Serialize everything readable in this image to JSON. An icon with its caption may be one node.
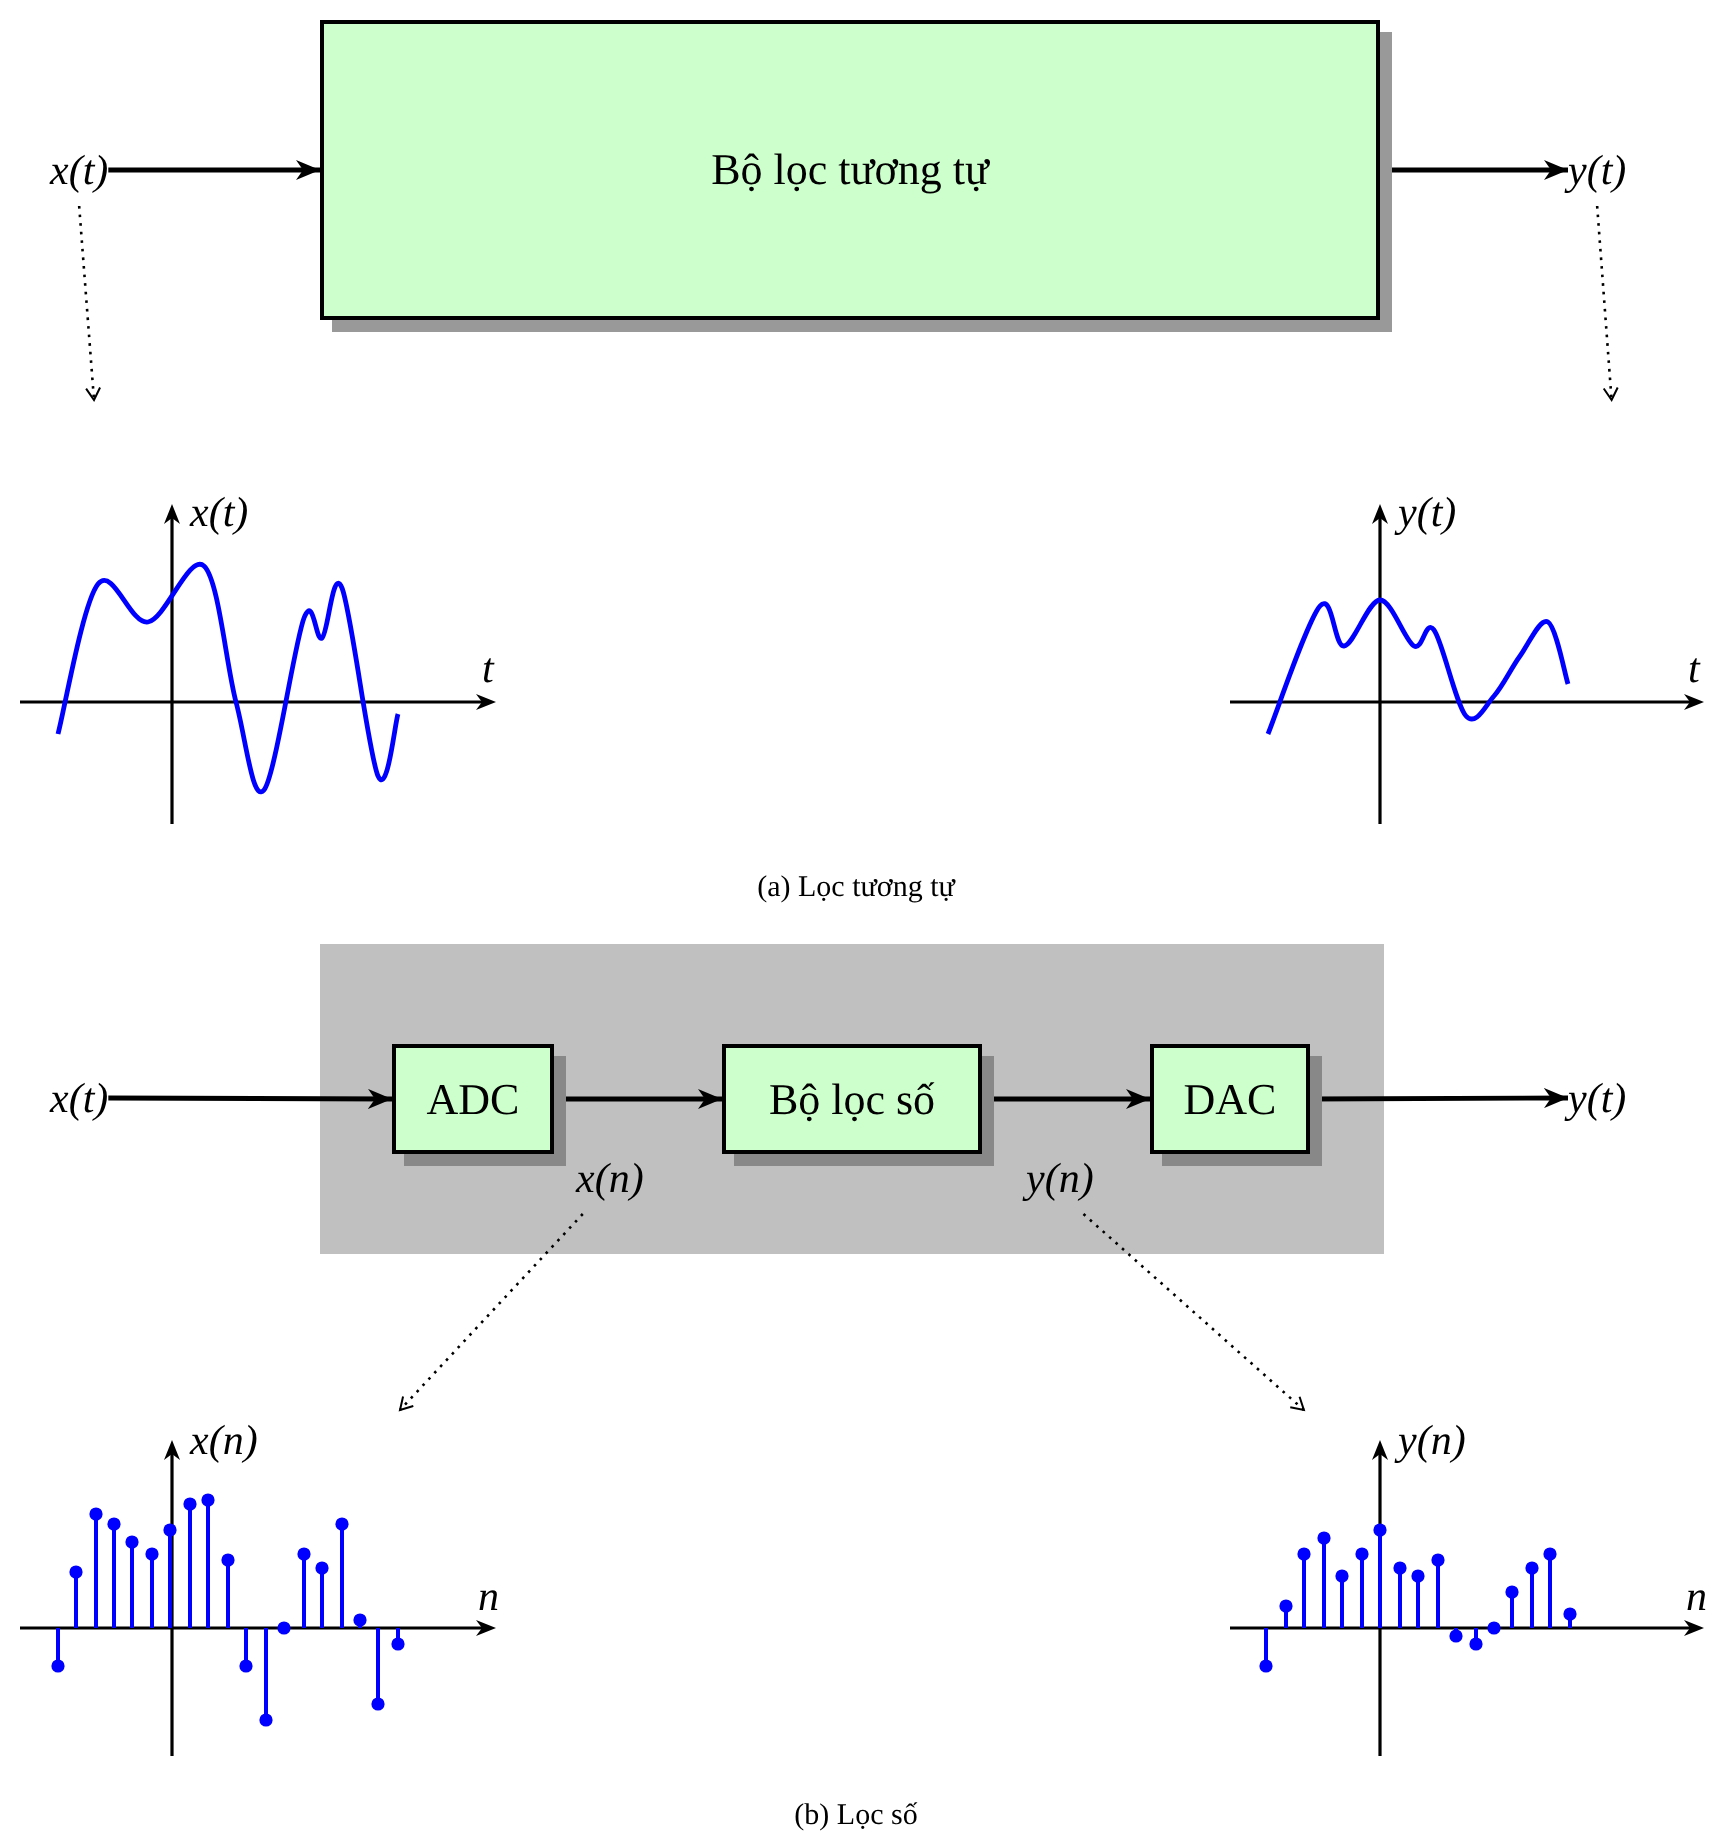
{
  "diagram": {
    "nodes": [
      {
        "text": [
          "x(t)"
        ]
      },
      {
        "text": [
          "Bộ lọc tương tự"
        ]
      },
      {
        "text": [
          "y(t)"
        ]
      },
      {
        "text": [
          "x(t)",
          "t"
        ]
      },
      {
        "text": [
          "y(t)",
          "t"
        ]
      },
      {
        "text": [],
        "shape": "box"
      },
      {
        "text": [
          "x(t)"
        ]
      },
      {
        "text": [
          "ADC"
        ],
        "in": 5
      },
      {
        "text": [
          "Bộ lọc số"
        ],
        "in": 5
      },
      {
        "text": [
          "DAC"
        ],
        "in": 5
      },
      {
        "text": [
          "y(t)"
        ]
      },
      {
        "text": [
          "x(n)"
        ],
        "in": 5
      },
      {
        "text": [
          "y(n)"
        ],
        "in": 5
      },
      {
        "text": [
          "x(n)",
          "n"
        ]
      },
      {
        "text": [
          "y(n)",
          "n"
        ]
      }
    ],
    "edges": [
      {
        "from": 0,
        "to": 1,
        "arrow": "to"
      },
      {
        "from": 1,
        "to": 2,
        "arrow": "to"
      },
      {
        "from": 0,
        "to": 3,
        "arrow": "to",
        "style": "dashed"
      },
      {
        "from": 2,
        "to": 4,
        "arrow": "to",
        "style": "dashed"
      },
      {
        "from": 6,
        "to": 7,
        "arrow": "to"
      },
      {
        "from": 7,
        "to": 8,
        "arrow": "to"
      },
      {
        "from": 8,
        "to": 9,
        "arrow": "to"
      },
      {
        "from": 9,
        "to": 10,
        "arrow": "to"
      },
      {
        "from": 11,
        "to": 13,
        "arrow": "to",
        "style": "dashed"
      },
      {
        "from": 12,
        "to": 14,
        "arrow": "to",
        "style": "dashed"
      }
    ],
    "labels": [
      "(a) Lọc tương tự",
      "(b) Lọc số"
    ]
  }
}
